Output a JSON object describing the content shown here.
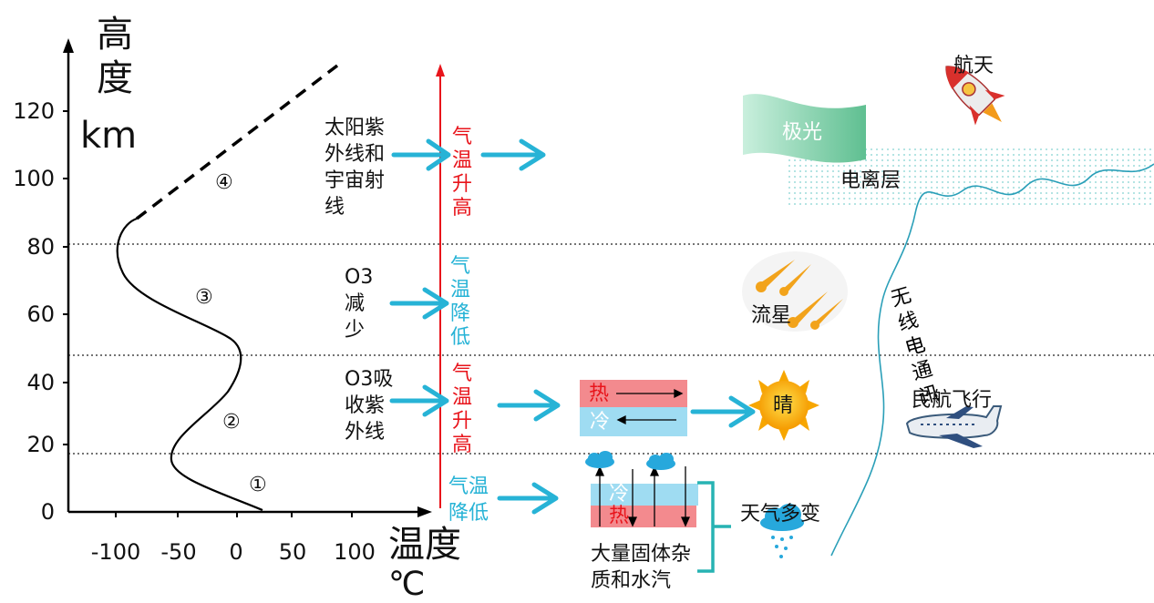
{
  "axes": {
    "y_title": "高度",
    "y_unit": "km",
    "y_ticks": [
      "0",
      "20",
      "40",
      "60",
      "80",
      "100",
      "120"
    ],
    "x_title": "温度",
    "x_unit": "℃",
    "x_ticks": [
      "-100",
      "-50",
      "0",
      "50",
      "100"
    ]
  },
  "layers": {
    "l1": "①",
    "l2": "②",
    "l3": "③",
    "l4": "④"
  },
  "causes": {
    "upper": "太阳紫\n外线和\n宇宙射\n线",
    "meso": "O3\n减\n少",
    "strat": "O3吸\n收紫\n外线"
  },
  "temps": {
    "upper": "气温升高",
    "meso": "气温降低",
    "strat": "气温升高",
    "tropo": "气温\n降低"
  },
  "strat_box": {
    "hot": "热",
    "cold": "冷",
    "result": "晴"
  },
  "tropo_box": {
    "cold": "冷",
    "hot": "热",
    "caption": "大量固体杂\n质和水汽",
    "result": "天气多变"
  },
  "phenomena": {
    "aurora": "极光",
    "ionosphere": "电离层",
    "spaceflight": "航天",
    "meteor": "流星",
    "radio": "无线电通讯",
    "aviation": "民航飞行"
  },
  "colors": {
    "arrow": "#27b3d6",
    "warm": "#e8141b",
    "hot_band": "#f38a8e",
    "cold_band": "#9fdcf2",
    "aurora": "#7fd3b0"
  }
}
